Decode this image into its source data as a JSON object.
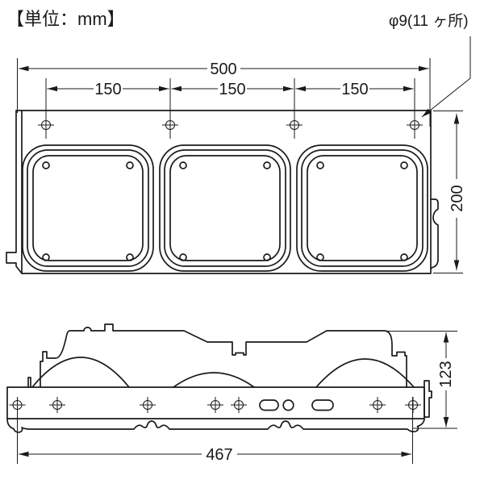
{
  "title": {
    "unit_label": "【単位：mm】"
  },
  "annotations": {
    "hole_note": "φ9(11 ヶ所)"
  },
  "top_view": {
    "dim_width": "500",
    "dim_pitch_1": "150",
    "dim_pitch_2": "150",
    "dim_pitch_3": "150",
    "dim_height": "200",
    "mount_hole_count": 4,
    "lens_count": 3
  },
  "front_view": {
    "dim_width": "467",
    "dim_height": "123",
    "mount_hole_count": 7
  },
  "colors": {
    "line": "#1a1a1a",
    "background": "#ffffff"
  }
}
